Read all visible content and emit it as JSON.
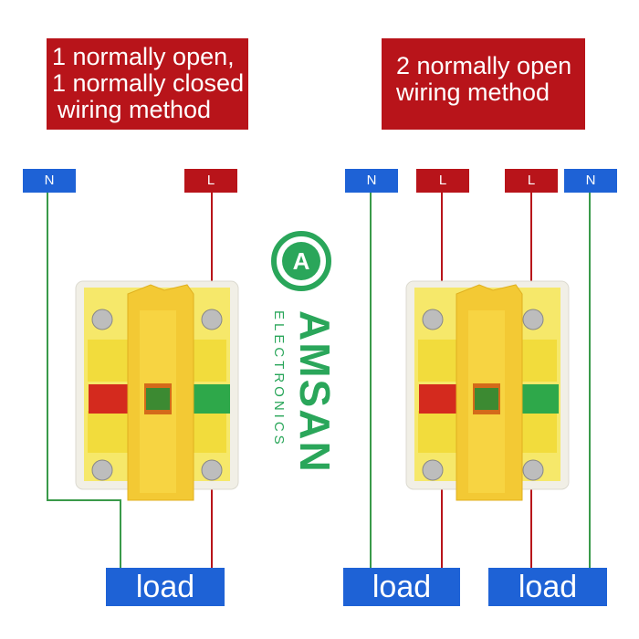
{
  "left_panel": {
    "title_lines": [
      "1 normally open,",
      "1 normally closed",
      "wiring method"
    ],
    "tags": {
      "n": "N",
      "l": "L"
    },
    "load": "load"
  },
  "right_panel": {
    "title_lines": [
      "2 normally open",
      "wiring method"
    ],
    "tags": {
      "n_left": "N",
      "l_left": "L",
      "l_right": "L",
      "n_right": "N"
    },
    "loads": [
      "load",
      "load"
    ]
  },
  "brand": {
    "logo_letter": "A",
    "name": "AMSAN",
    "sub": "ELECTRONICS"
  },
  "colors": {
    "red": "#b8141a",
    "blue": "#1e62d6",
    "green_wire": "#3a9a4a",
    "red_wire": "#b8141a",
    "yellow": "#f2e14a",
    "logo_green": "#2aa65a"
  }
}
